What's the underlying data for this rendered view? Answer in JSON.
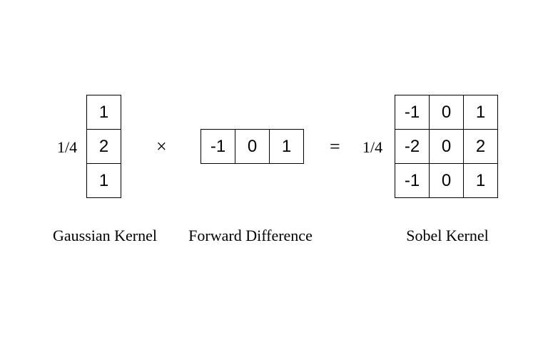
{
  "gaussian": {
    "factor": "1/4",
    "values": [
      "1",
      "2",
      "1"
    ],
    "caption": "Gaussian Kernel"
  },
  "operator_multiply": "×",
  "forward_difference": {
    "values": [
      "-1",
      "0",
      "1"
    ],
    "caption": "Forward Difference"
  },
  "operator_equals": "=",
  "sobel": {
    "factor": "1/4",
    "rows": [
      [
        "-1",
        "0",
        "1"
      ],
      [
        "-2",
        "0",
        "2"
      ],
      [
        "-1",
        "0",
        "1"
      ]
    ],
    "caption": "Sobel Kernel"
  }
}
